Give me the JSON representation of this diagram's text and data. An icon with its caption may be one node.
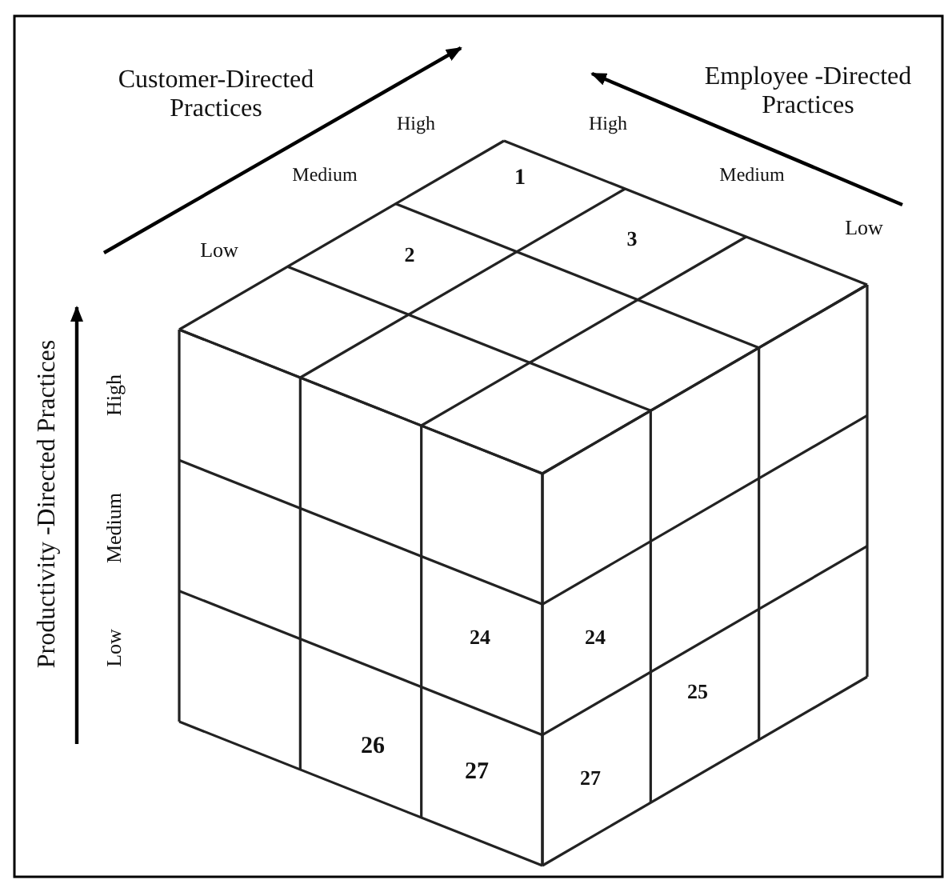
{
  "diagram": {
    "labels": [
      "Customer-Directed Practices",
      "High",
      "High",
      "Employee -Directed Practices",
      "Medium",
      "1",
      "Medium",
      "Low",
      "2",
      "3",
      "Low",
      "Productivity -Directed Practices",
      "High",
      "Medium",
      "24",
      "24",
      "Low",
      "25",
      "26",
      "27",
      "27"
    ]
  }
}
